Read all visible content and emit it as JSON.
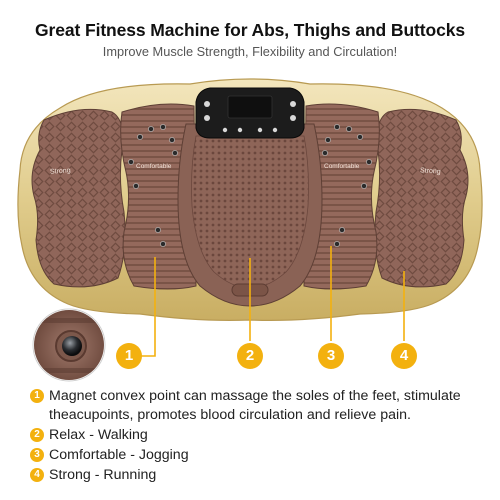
{
  "header": {
    "title": "Great Fitness Machine for Abs, Thighs and Buttocks",
    "subtitle": "Improve Muscle Strength, Flexibility and Circulation!"
  },
  "plate_labels": {
    "left_outer": "Strong",
    "left_inner": "Comfortable",
    "right_inner": "Comfortable",
    "right_outer": "Strong"
  },
  "markers": [
    "1",
    "2",
    "3",
    "4"
  ],
  "legend": [
    {
      "num": "1",
      "text": "Magnet convex point can massage the soles of the feet, stimulate theacupoints, promotes blood circulation and relieve pain."
    },
    {
      "num": "2",
      "text": "Relax - Walking"
    },
    {
      "num": "3",
      "text": "Comfortable - Jogging"
    },
    {
      "num": "4",
      "text": "Strong - Running"
    }
  ],
  "colors": {
    "accent": "#f3b10f",
    "gold_frame": "#e2cf92",
    "brown_plate": "#92685a",
    "console": "#1c1c1c"
  },
  "icons": [
    "magnet-point-icon",
    "console-display-icon"
  ]
}
